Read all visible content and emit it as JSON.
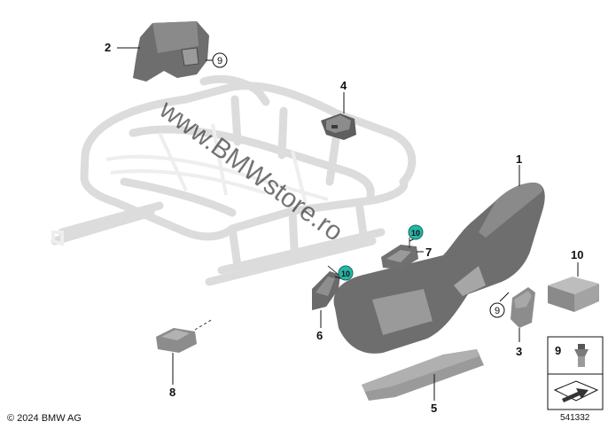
{
  "callouts": {
    "p1": "1",
    "p2": "2",
    "p3": "3",
    "p4": "4",
    "p5": "5",
    "p6": "6",
    "p7": "7",
    "p8": "8",
    "p9a": "9",
    "p9b": "9",
    "p9c": "9",
    "p10a": "10",
    "p10b": "10",
    "p10c": "10"
  },
  "watermark": "www.BMWstore.ro",
  "copyright": "© 2024 BMW AG",
  "drawing_number": "541332",
  "colors": {
    "part_dark": "#6e6e6e",
    "part_mid": "#8c8c8c",
    "part_light": "#b4b4b4",
    "frame_ghost": "#e2e2e2",
    "teal_marker": "#2ab5a5"
  }
}
